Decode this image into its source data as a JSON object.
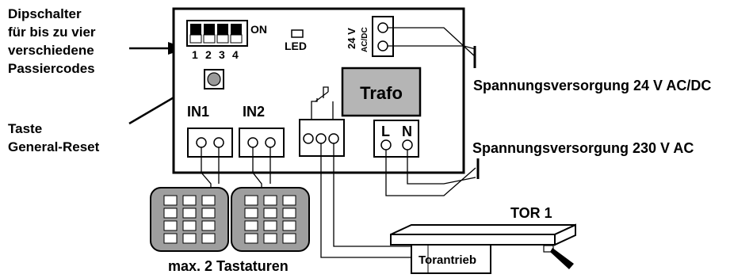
{
  "labels": {
    "dip_line1": "Dipschalter",
    "dip_line2": "für bis zu vier",
    "dip_line3": "verschiedene",
    "dip_line4": "Passiercodes",
    "reset_line1": "Taste",
    "reset_line2": "General-Reset",
    "on": "ON",
    "led": "LED",
    "voltage_24": "24 V",
    "acdc": "AC/DC",
    "trafo": "Trafo",
    "in1": "IN1",
    "in2": "IN2",
    "l": "L",
    "n": "N",
    "supply_24": "Spannungsversorgung 24 V AC/DC",
    "supply_230": "Spannungsversorgung 230 V AC",
    "keypads": "max. 2 Tastaturen",
    "gate": "TOR 1",
    "drive": "Torantrieb"
  },
  "dip_numbers": [
    "1",
    "2",
    "3",
    "4"
  ]
}
